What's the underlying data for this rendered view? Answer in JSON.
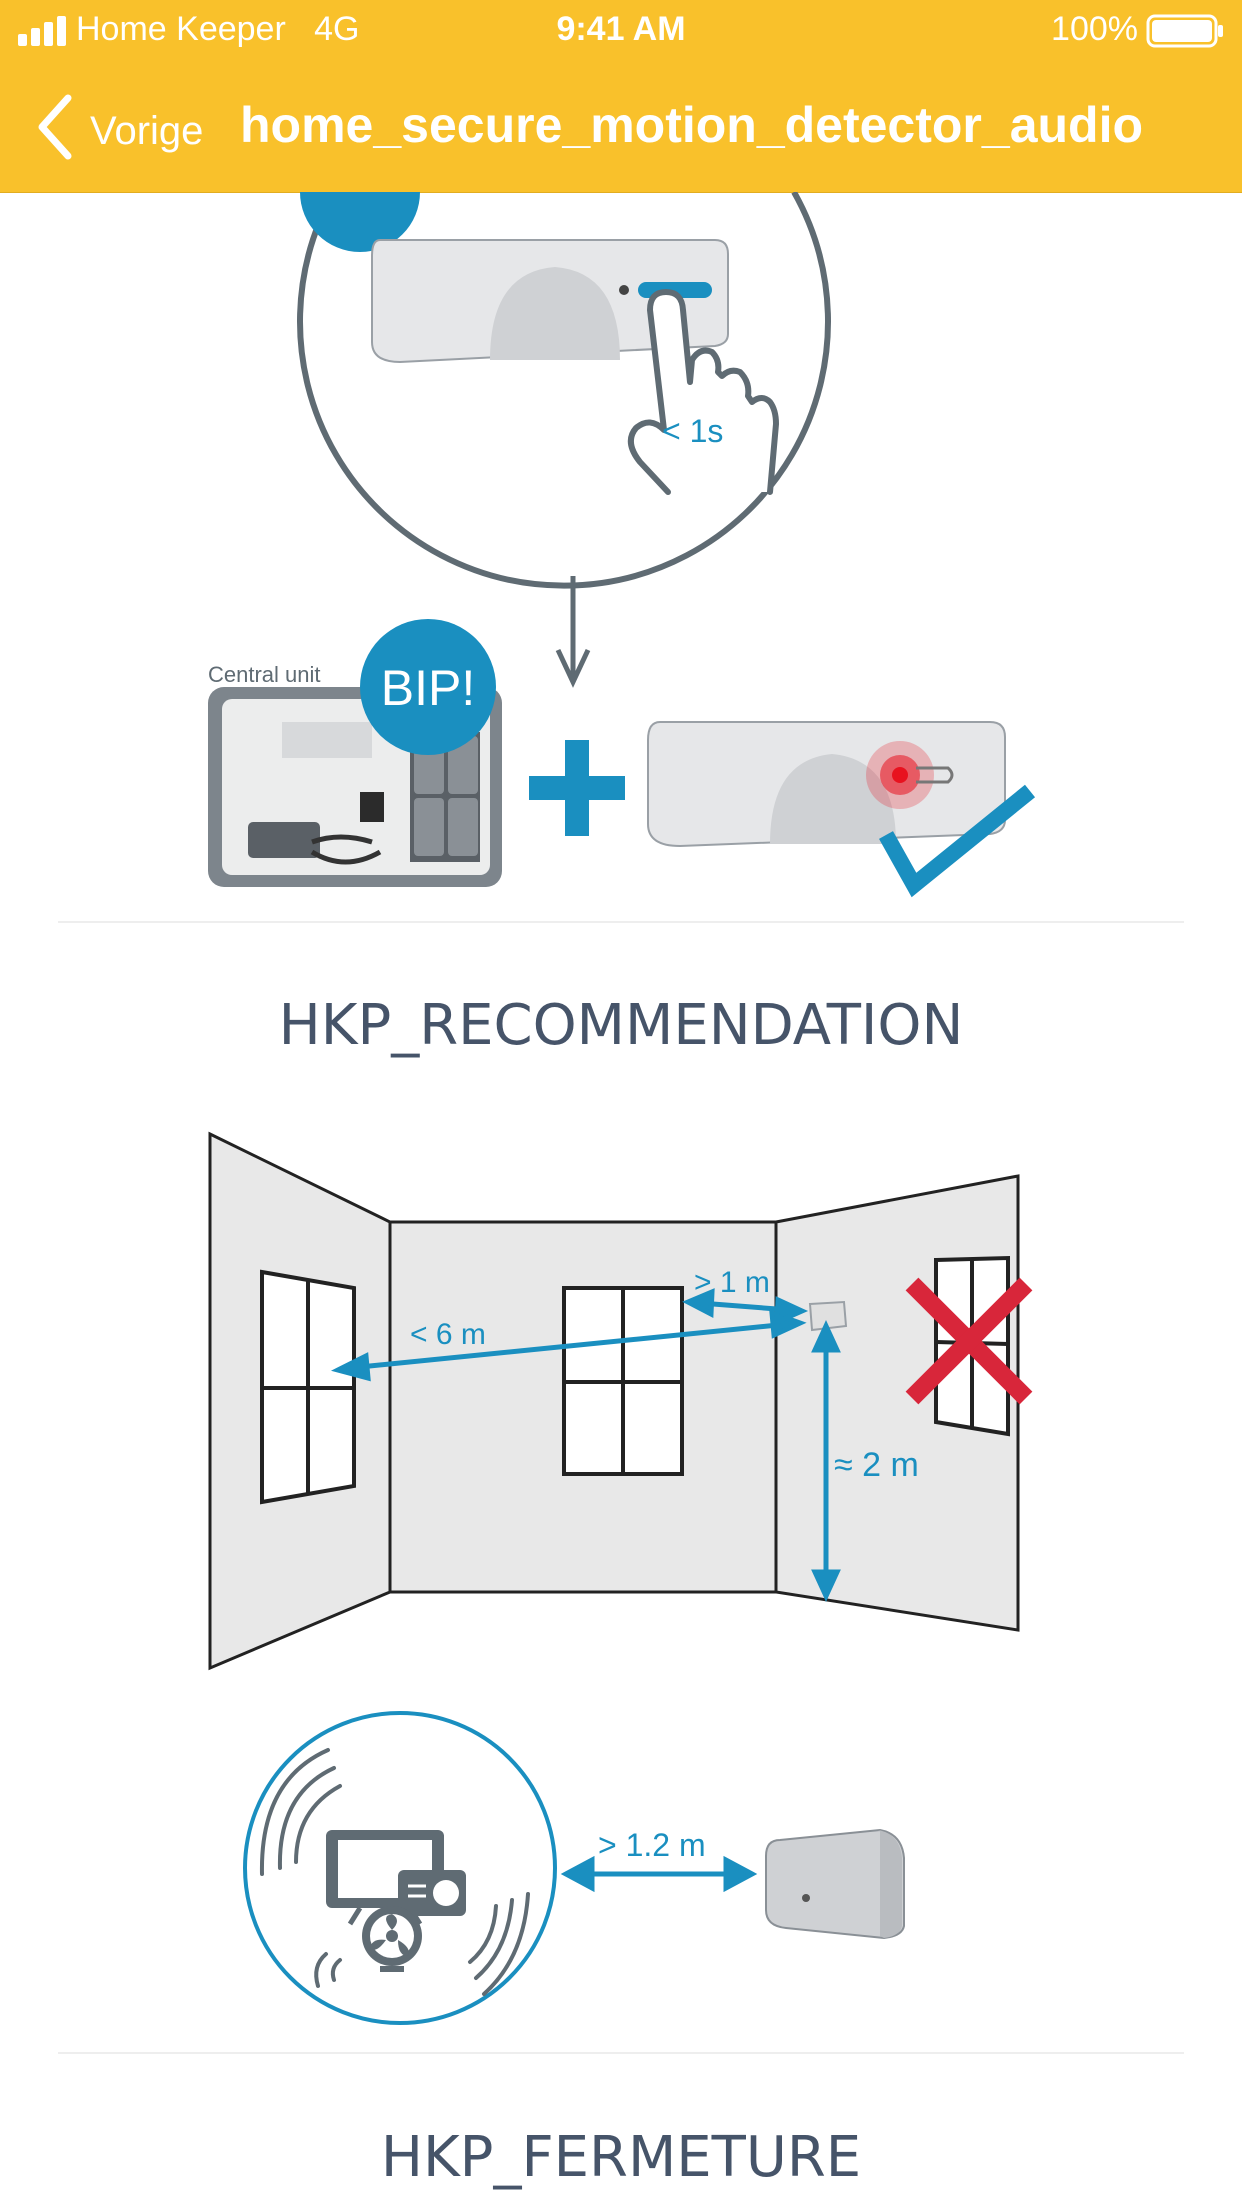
{
  "status_bar": {
    "carrier": "Home Keeper",
    "network": "4G",
    "time": "9:41 AM",
    "battery_percent": "100%"
  },
  "nav": {
    "back_label": "Vorige",
    "title": "home_secure_motion_detector_audio"
  },
  "step_illustration": {
    "press_duration": "< 1s",
    "central_unit_label": "Central unit",
    "beep_label": "BIP!"
  },
  "recommendation": {
    "title": "HKP_RECOMMENDATION",
    "room": {
      "max_distance": "< 6 m",
      "min_wall_distance": "> 1 m",
      "height": "≈ 2 m"
    },
    "interference": {
      "min_distance": "> 1.2 m"
    }
  },
  "next_section": {
    "title": "HKP_FERMETURE"
  },
  "colors": {
    "header": "#f9c12b",
    "accent_blue": "#1a8fc0",
    "title_text": "#465469",
    "error_red": "#d8263a"
  }
}
